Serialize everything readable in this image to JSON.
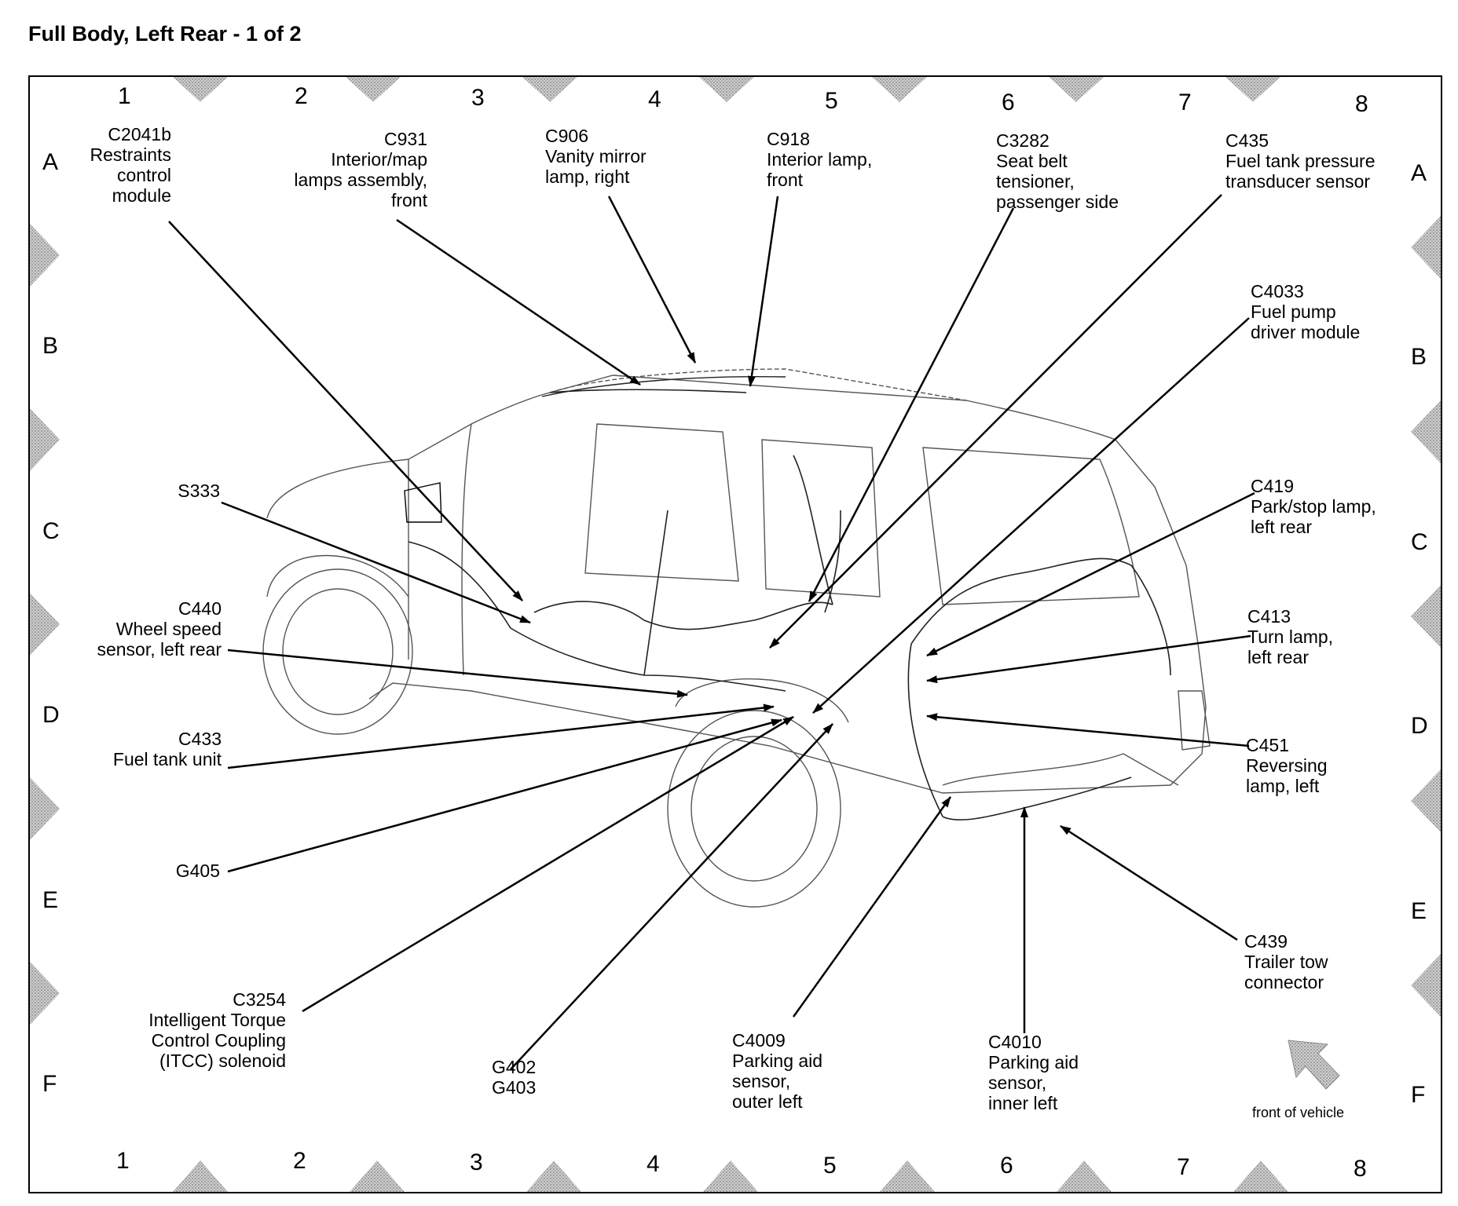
{
  "title": "Full Body, Left Rear - 1 of 2",
  "grid": {
    "columns": [
      "1",
      "2",
      "3",
      "4",
      "5",
      "6",
      "7",
      "8"
    ],
    "rows": [
      "A",
      "B",
      "C",
      "D",
      "E",
      "F"
    ]
  },
  "labels": {
    "c2041b": "C2041b\nRestraints\ncontrol\nmodule",
    "c931": "C931\nInterior/map\nlamps assembly,\nfront",
    "c906": "C906\nVanity mirror\nlamp, right",
    "c918": "C918\nInterior lamp,\nfront",
    "c3282": "C3282\nSeat belt\ntensioner,\npassenger side",
    "c435": "C435\nFuel tank pressure\ntransducer sensor",
    "c4033": "C4033\nFuel pump\ndriver module",
    "c419": "C419\nPark/stop lamp,\nleft rear",
    "c413": "C413\nTurn lamp,\nleft rear",
    "c451": "C451\nReversing\nlamp, left",
    "c439": "C439\nTrailer tow\nconnector",
    "c4010": "C4010\nParking aid\nsensor,\ninner left",
    "c4009": "C4009\nParking aid\nsensor,\nouter left",
    "g402": "G402\nG403",
    "c3254": "C3254\nIntelligent Torque\nControl Coupling\n(ITCC) solenoid",
    "g405": "G405",
    "c433": "C433\nFuel tank unit",
    "c440": "C440\nWheel speed\nsensor, left rear",
    "s333": "S333"
  },
  "front_indicator": "front of vehicle"
}
